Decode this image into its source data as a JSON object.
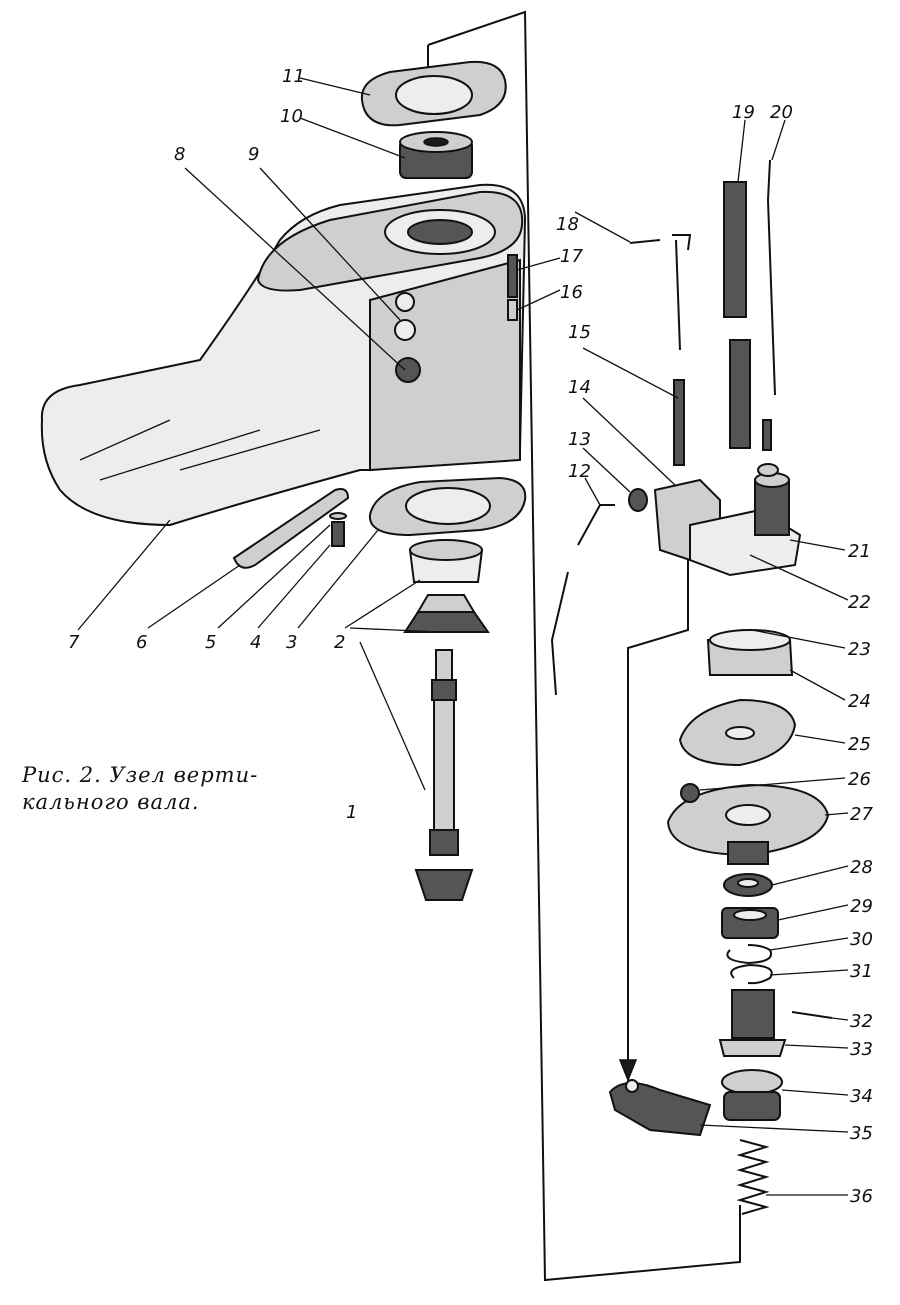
{
  "caption": {
    "line1": "Рис. 2. Узел верти-",
    "line2": "кального вала."
  },
  "parts": [
    {
      "id": "p1",
      "label": "1"
    },
    {
      "id": "p2",
      "label": "2"
    },
    {
      "id": "p3",
      "label": "3"
    },
    {
      "id": "p4",
      "label": "4"
    },
    {
      "id": "p5",
      "label": "5"
    },
    {
      "id": "p6",
      "label": "6"
    },
    {
      "id": "p7",
      "label": "7"
    },
    {
      "id": "p8",
      "label": "8"
    },
    {
      "id": "p9",
      "label": "9"
    },
    {
      "id": "p10",
      "label": "10"
    },
    {
      "id": "p11",
      "label": "11"
    },
    {
      "id": "p12",
      "label": "12"
    },
    {
      "id": "p13",
      "label": "13"
    },
    {
      "id": "p14",
      "label": "14"
    },
    {
      "id": "p15",
      "label": "15"
    },
    {
      "id": "p16",
      "label": "16"
    },
    {
      "id": "p17",
      "label": "17"
    },
    {
      "id": "p18",
      "label": "18"
    },
    {
      "id": "p19",
      "label": "19"
    },
    {
      "id": "p20",
      "label": "20"
    },
    {
      "id": "p21",
      "label": "21"
    },
    {
      "id": "p22",
      "label": "22"
    },
    {
      "id": "p23",
      "label": "23"
    },
    {
      "id": "p24",
      "label": "24"
    },
    {
      "id": "p25",
      "label": "25"
    },
    {
      "id": "p26",
      "label": "26"
    },
    {
      "id": "p27",
      "label": "27"
    },
    {
      "id": "p28",
      "label": "28"
    },
    {
      "id": "p29",
      "label": "29"
    },
    {
      "id": "p30",
      "label": "30"
    },
    {
      "id": "p31",
      "label": "31"
    },
    {
      "id": "p32",
      "label": "32"
    },
    {
      "id": "p33",
      "label": "33"
    },
    {
      "id": "p34",
      "label": "34"
    },
    {
      "id": "p35",
      "label": "35"
    },
    {
      "id": "p36",
      "label": "36"
    }
  ]
}
